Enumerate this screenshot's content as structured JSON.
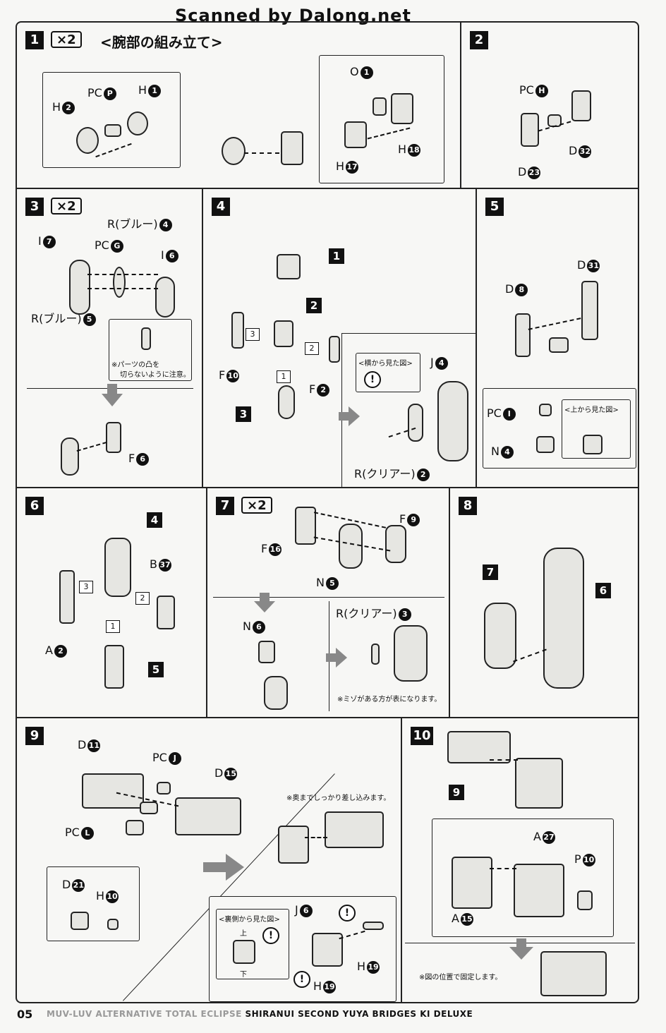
{
  "banner": "Scanned by Dalong.net",
  "page_number": "05",
  "footer_light": "MUV-LUV ALTERNATIVE TOTAL ECLIPSE",
  "footer_bold": "SHIRANUI SECOND YUYA BRIDGES KI DELUXE",
  "steps": {
    "s1": {
      "num": "1",
      "mult": "×2",
      "title": "<腕部の組み立て>",
      "labels": [
        "PC",
        "P",
        "H",
        "1",
        "H",
        "2",
        "O",
        "1",
        "H",
        "18",
        "H",
        "17"
      ]
    },
    "s2": {
      "num": "2",
      "labels": [
        "PC",
        "H",
        "D",
        "32",
        "D",
        "23"
      ]
    },
    "s3": {
      "num": "3",
      "mult": "×2",
      "labels": [
        "R(ブルー)",
        "4",
        "PC",
        "G",
        "I",
        "7",
        "I",
        "6",
        "R(ブルー)",
        "5",
        "F",
        "6"
      ],
      "note1": "※パーツの凸を",
      "note2": "切らないように注意。"
    },
    "s4": {
      "num": "4",
      "labels": [
        "1",
        "2",
        "3",
        "F",
        "10",
        "F",
        "2",
        "J",
        "4",
        "R(クリアー)",
        "2"
      ],
      "side": "<横から見た図>",
      "seq": [
        "3",
        "2",
        "1"
      ]
    },
    "s5": {
      "num": "5",
      "labels": [
        "D",
        "8",
        "D",
        "31",
        "PC",
        "I",
        "N",
        "4"
      ],
      "top": "<上から見た図>"
    },
    "s6": {
      "num": "6",
      "labels": [
        "4",
        "B",
        "37",
        "A",
        "2",
        "5"
      ],
      "seq": [
        "3",
        "2",
        "1"
      ]
    },
    "s7": {
      "num": "7",
      "mult": "×2",
      "labels": [
        "F",
        "9",
        "F",
        "16",
        "N",
        "5",
        "N",
        "6",
        "R(クリアー)",
        "3"
      ],
      "note": "※ミゾがある方が表になります。"
    },
    "s8": {
      "num": "8",
      "labels": [
        "7",
        "6"
      ]
    },
    "s9": {
      "num": "9",
      "labels": [
        "D",
        "11",
        "PC",
        "J",
        "D",
        "15",
        "PC",
        "L",
        "D",
        "21",
        "H",
        "10",
        "J",
        "6",
        "H",
        "19",
        "H",
        "19"
      ],
      "note": "※奥までしっかり差し込みます。",
      "back": "<裏側から見た図>",
      "up": "上",
      "down": "下"
    },
    "s10": {
      "num": "10",
      "labels": [
        "9",
        "A",
        "27",
        "P",
        "10",
        "A",
        "15"
      ],
      "note": "※図の位置で固定します。"
    }
  }
}
